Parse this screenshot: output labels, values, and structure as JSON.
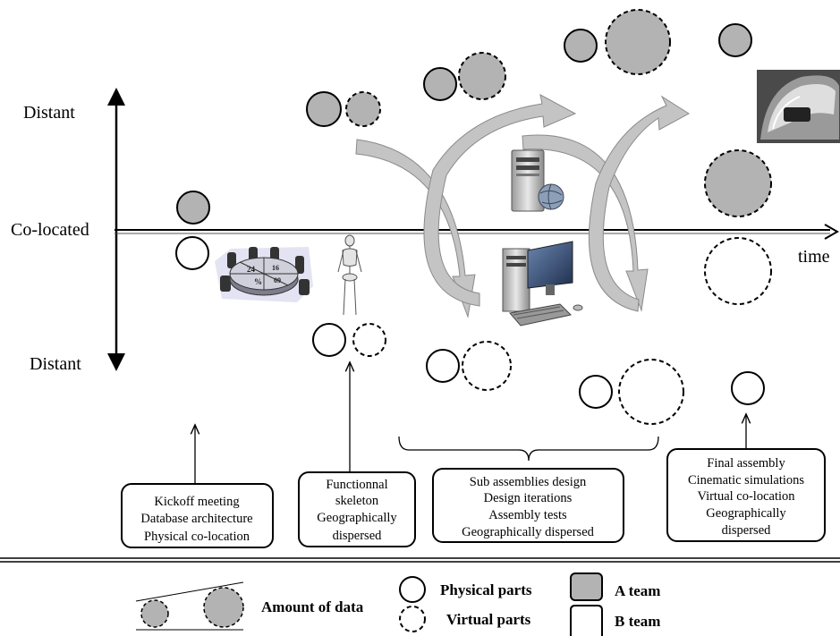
{
  "axis": {
    "top_label": "Distant",
    "middle_label": "Co-located",
    "bottom_label": "Distant",
    "time_label": "time"
  },
  "phases": [
    {
      "id": "kickoff",
      "lines": [
        "Kickoff meeting",
        "Database architecture",
        "Physical co-location"
      ]
    },
    {
      "id": "skeleton",
      "lines": [
        "Functionnal",
        "skeleton",
        "Geographically",
        "dispersed"
      ]
    },
    {
      "id": "subassembly",
      "lines": [
        "Sub assemblies design",
        "Design iterations",
        "Assembly tests",
        "Geographically dispersed"
      ]
    },
    {
      "id": "final",
      "lines": [
        "Final assembly",
        "Cinematic simulations",
        "Virtual co-location",
        "Geographically",
        "dispersed"
      ]
    }
  ],
  "legend": {
    "amount_of_data": "Amount of data",
    "physical_parts": "Physical parts",
    "virtual_parts": "Virtual parts",
    "a_team": "A team",
    "b_team": "B team"
  },
  "colors": {
    "a_team_fill": "#b3b3b3",
    "b_team_fill": "#ffffff",
    "stroke": "#000000",
    "arrow_fill": "#c4c4c4",
    "arrow_stroke": "#8a8a8a"
  },
  "icons": [
    "meeting-table-icon",
    "skeleton-icon",
    "server-globe-icon",
    "workstation-icon",
    "car-interior-icon"
  ]
}
